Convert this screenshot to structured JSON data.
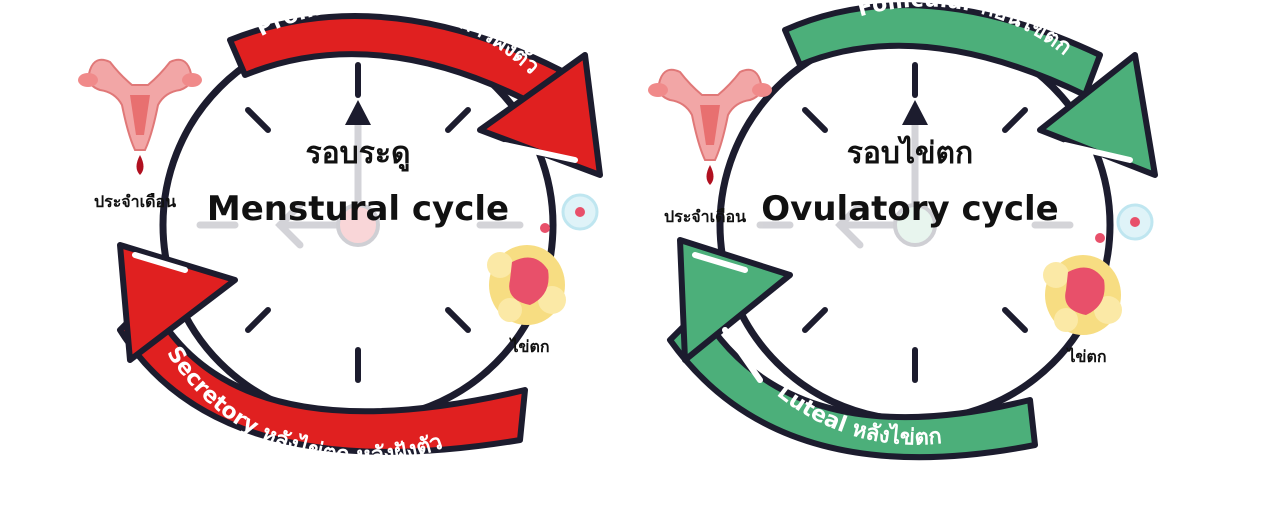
{
  "colors": {
    "red_band": "#e02020",
    "red_band_dark": "#c0181a",
    "green_band": "#4caf7a",
    "green_band_dark": "#3a9a66",
    "outline": "#1c1c2e",
    "uterus": "#f08a8a",
    "blood": "#b01020",
    "egg_ring": "#bfe6f0",
    "egg_core": "#e8506a",
    "follicle_outer": "#f7d87a",
    "follicle_inner": "#e8506a",
    "clock_hand": "#c8c8c8"
  },
  "diagrams": [
    {
      "id": "menstrual",
      "title_thai": "รอบระดู",
      "title_english": "Menstural cycle",
      "top_arc_text": "Proliferative ก่อนการฝังตัว",
      "bottom_arc_text": "Secretory หลังไข่ตก หลังฝังตัว",
      "menstruation_label": "ประจำเดือน",
      "ovulation_label": "ไข่ตก",
      "band_color": "#e02020",
      "uterus_icon": "uterus-icon",
      "egg_icon": "egg-cell-icon",
      "follicle_icon": "follicle-icon"
    },
    {
      "id": "ovulatory",
      "title_thai": "รอบไข่ตก",
      "title_english": "Ovulatory cycle",
      "top_arc_text": "Follicular ก่อนไข่ตก",
      "bottom_arc_text": "Luteal หลังไข่ตก",
      "menstruation_label": "ประจำเดือน",
      "ovulation_label": "ไข่ตก",
      "band_color": "#4caf7a",
      "uterus_icon": "uterus-icon",
      "egg_icon": "egg-cell-icon",
      "follicle_icon": "follicle-icon"
    }
  ]
}
